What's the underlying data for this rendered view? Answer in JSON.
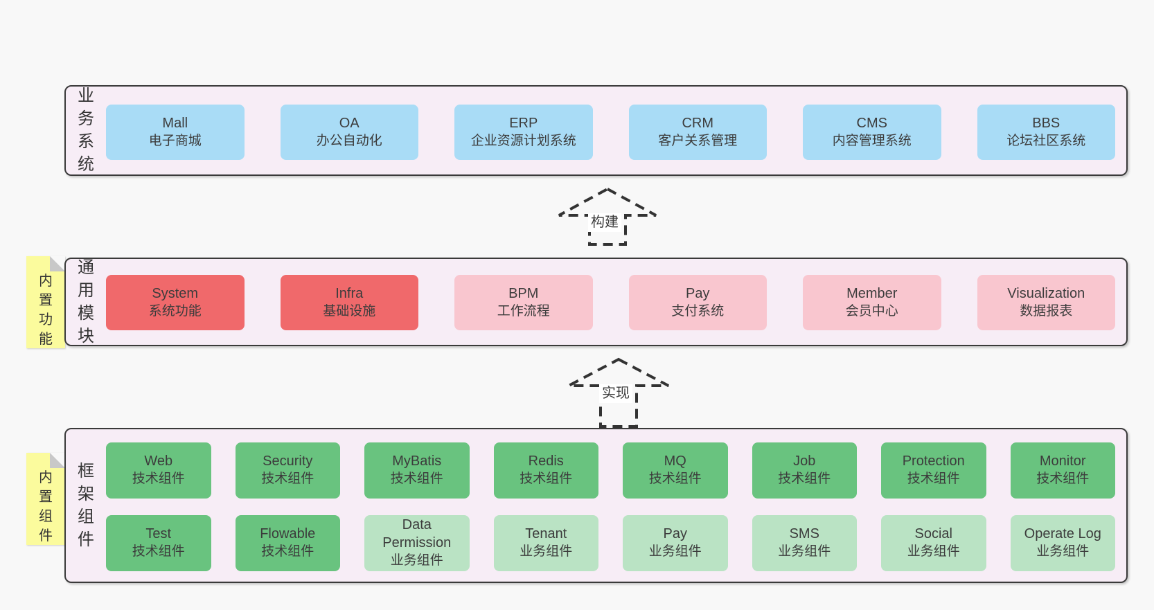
{
  "canvas": {
    "background": "#f8f8f8"
  },
  "palette": {
    "layer_bg": "#f7edf6",
    "layer_border": "#3a3a3a",
    "text": "#3c3c3c",
    "blue": "#a9dcf6",
    "red": "#f0696b",
    "pink": "#f9c6cf",
    "green": "#69c37f",
    "light_green": "#bae3c4",
    "sticky_bg": "#fbfb9d",
    "sticky_fold": "#c8c8c8",
    "arrow_stroke": "#333333",
    "arrow_label_bg": "#ffffff"
  },
  "arrows": [
    {
      "id": "build",
      "label": "构建"
    },
    {
      "id": "implement",
      "label": "实现"
    }
  ],
  "layers": [
    {
      "id": "business-systems",
      "label": "业务系统",
      "sticky": null,
      "rows": [
        [
          {
            "title": "Mall",
            "subtitle": "电子商城",
            "variant": "blue"
          },
          {
            "title": "OA",
            "subtitle": "办公自动化",
            "variant": "blue"
          },
          {
            "title": "ERP",
            "subtitle": "企业资源计划系统",
            "variant": "blue"
          },
          {
            "title": "CRM",
            "subtitle": "客户关系管理",
            "variant": "blue"
          },
          {
            "title": "CMS",
            "subtitle": "内容管理系统",
            "variant": "blue"
          },
          {
            "title": "BBS",
            "subtitle": "论坛社区系统",
            "variant": "blue"
          }
        ]
      ]
    },
    {
      "id": "common-modules",
      "label": "通用模块",
      "sticky": {
        "id": "builtin-functions",
        "label": "内置功能"
      },
      "rows": [
        [
          {
            "title": "System",
            "subtitle": "系统功能",
            "variant": "red"
          },
          {
            "title": "Infra",
            "subtitle": "基础设施",
            "variant": "red"
          },
          {
            "title": "BPM",
            "subtitle": "工作流程",
            "variant": "pink"
          },
          {
            "title": "Pay",
            "subtitle": "支付系统",
            "variant": "pink"
          },
          {
            "title": "Member",
            "subtitle": "会员中心",
            "variant": "pink"
          },
          {
            "title": "Visualization",
            "subtitle": "数据报表",
            "variant": "pink"
          }
        ]
      ]
    },
    {
      "id": "framework-components",
      "label": "框架组件",
      "sticky": {
        "id": "builtin-components",
        "label": "内置组件"
      },
      "rows": [
        [
          {
            "title": "Web",
            "subtitle": "技术组件",
            "variant": "green"
          },
          {
            "title": "Security",
            "subtitle": "技术组件",
            "variant": "green"
          },
          {
            "title": "MyBatis",
            "subtitle": "技术组件",
            "variant": "green"
          },
          {
            "title": "Redis",
            "subtitle": "技术组件",
            "variant": "green"
          },
          {
            "title": "MQ",
            "subtitle": "技术组件",
            "variant": "green"
          },
          {
            "title": "Job",
            "subtitle": "技术组件",
            "variant": "green"
          },
          {
            "title": "Protection",
            "subtitle": "技术组件",
            "variant": "green"
          },
          {
            "title": "Monitor",
            "subtitle": "技术组件",
            "variant": "green"
          }
        ],
        [
          {
            "title": "Test",
            "subtitle": "技术组件",
            "variant": "green"
          },
          {
            "title": "Flowable",
            "subtitle": "技术组件",
            "variant": "green"
          },
          {
            "title": "Data Permission",
            "subtitle": "业务组件",
            "variant": "light-green"
          },
          {
            "title": "Tenant",
            "subtitle": "业务组件",
            "variant": "light-green"
          },
          {
            "title": "Pay",
            "subtitle": "业务组件",
            "variant": "light-green"
          },
          {
            "title": "SMS",
            "subtitle": "业务组件",
            "variant": "light-green"
          },
          {
            "title": "Social",
            "subtitle": "业务组件",
            "variant": "light-green"
          },
          {
            "title": "Operate Log",
            "subtitle": "业务组件",
            "variant": "light-green"
          }
        ]
      ]
    }
  ]
}
